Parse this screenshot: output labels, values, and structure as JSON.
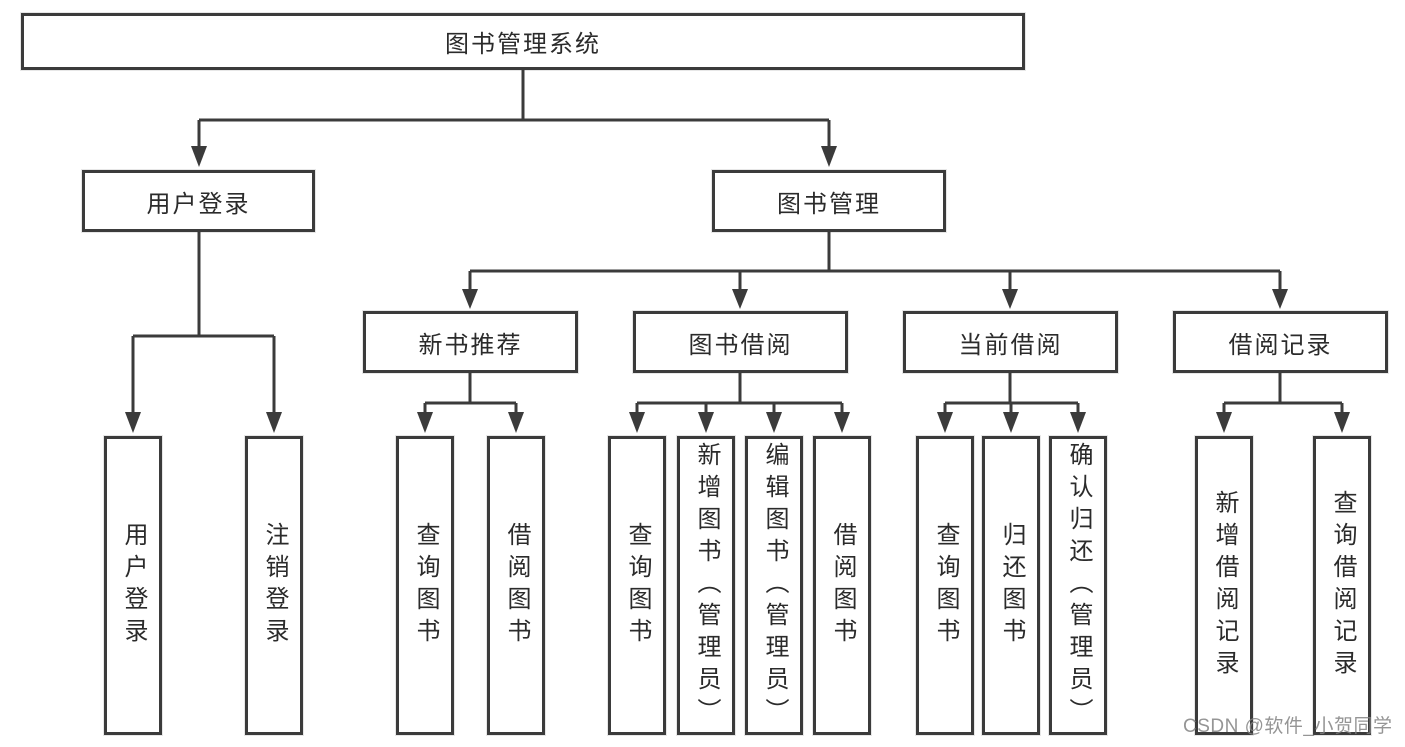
{
  "diagram": {
    "root": "图书管理系统",
    "level2": {
      "user_login": "用户登录",
      "book_management": "图书管理"
    },
    "level3": {
      "new_book_recommend": "新书推荐",
      "book_borrowing": "图书借阅",
      "current_borrowing": "当前借阅",
      "borrowing_records": "借阅记录"
    },
    "leaves": {
      "user_login": "用户登录",
      "logout": "注销登录",
      "nb_query_books": "查询图书",
      "nb_borrow_books": "借阅图书",
      "bb_query_books": "查询图书",
      "bb_add_books_admin": "新增图书（管理员）",
      "bb_edit_books_admin": "编辑图书（管理员）",
      "bb_borrow_books": "借阅图书",
      "cb_query_books": "查询图书",
      "cb_return_books": "归还图书",
      "cb_confirm_return_admin": "确认归还（管理员）",
      "br_add_record": "新增借阅记录",
      "br_query_record": "查询借阅记录"
    }
  },
  "watermark": "CSDN @软件_小贺同学",
  "colors": {
    "line": "#3b3b3b",
    "box_border": "#3b3b3b",
    "text": "#2b2b2b",
    "watermark": "#828282",
    "background": "#ffffff"
  }
}
